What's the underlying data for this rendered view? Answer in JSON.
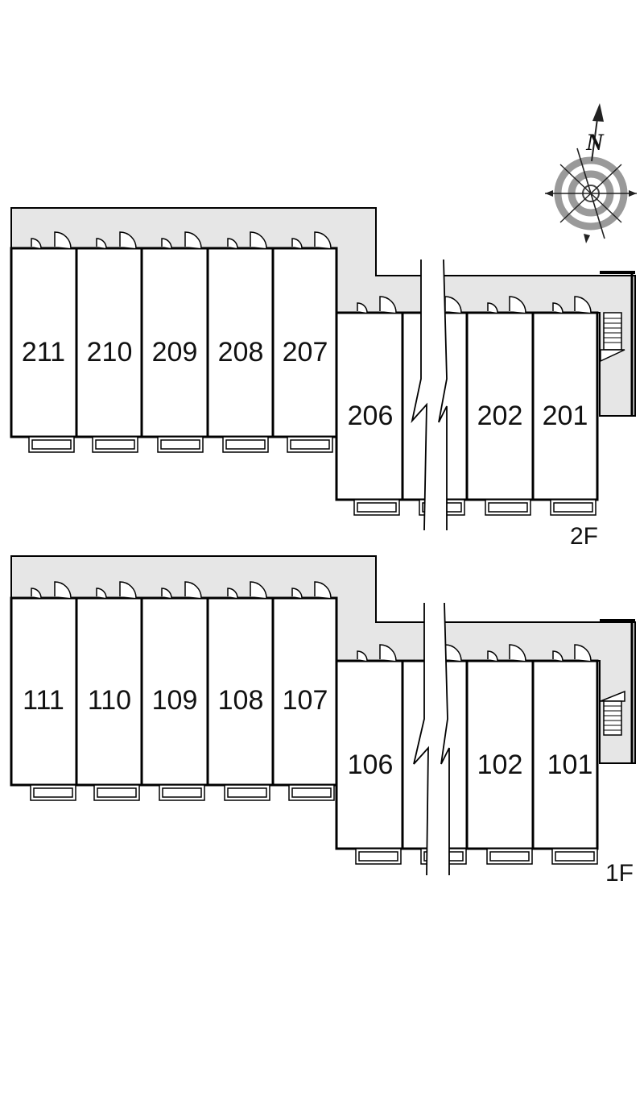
{
  "compass": {
    "label": "N"
  },
  "floors": [
    {
      "label": "2F",
      "rooms": [
        "211",
        "210",
        "209",
        "208",
        "207",
        "206",
        "202",
        "201"
      ]
    },
    {
      "label": "1F",
      "rooms": [
        "111",
        "110",
        "109",
        "108",
        "107",
        "106",
        "102",
        "101"
      ]
    }
  ],
  "colors": {
    "corridor": "#e6e6e6",
    "wall": "#000000",
    "background": "#ffffff",
    "compass_ring": "#9a9a9a"
  }
}
